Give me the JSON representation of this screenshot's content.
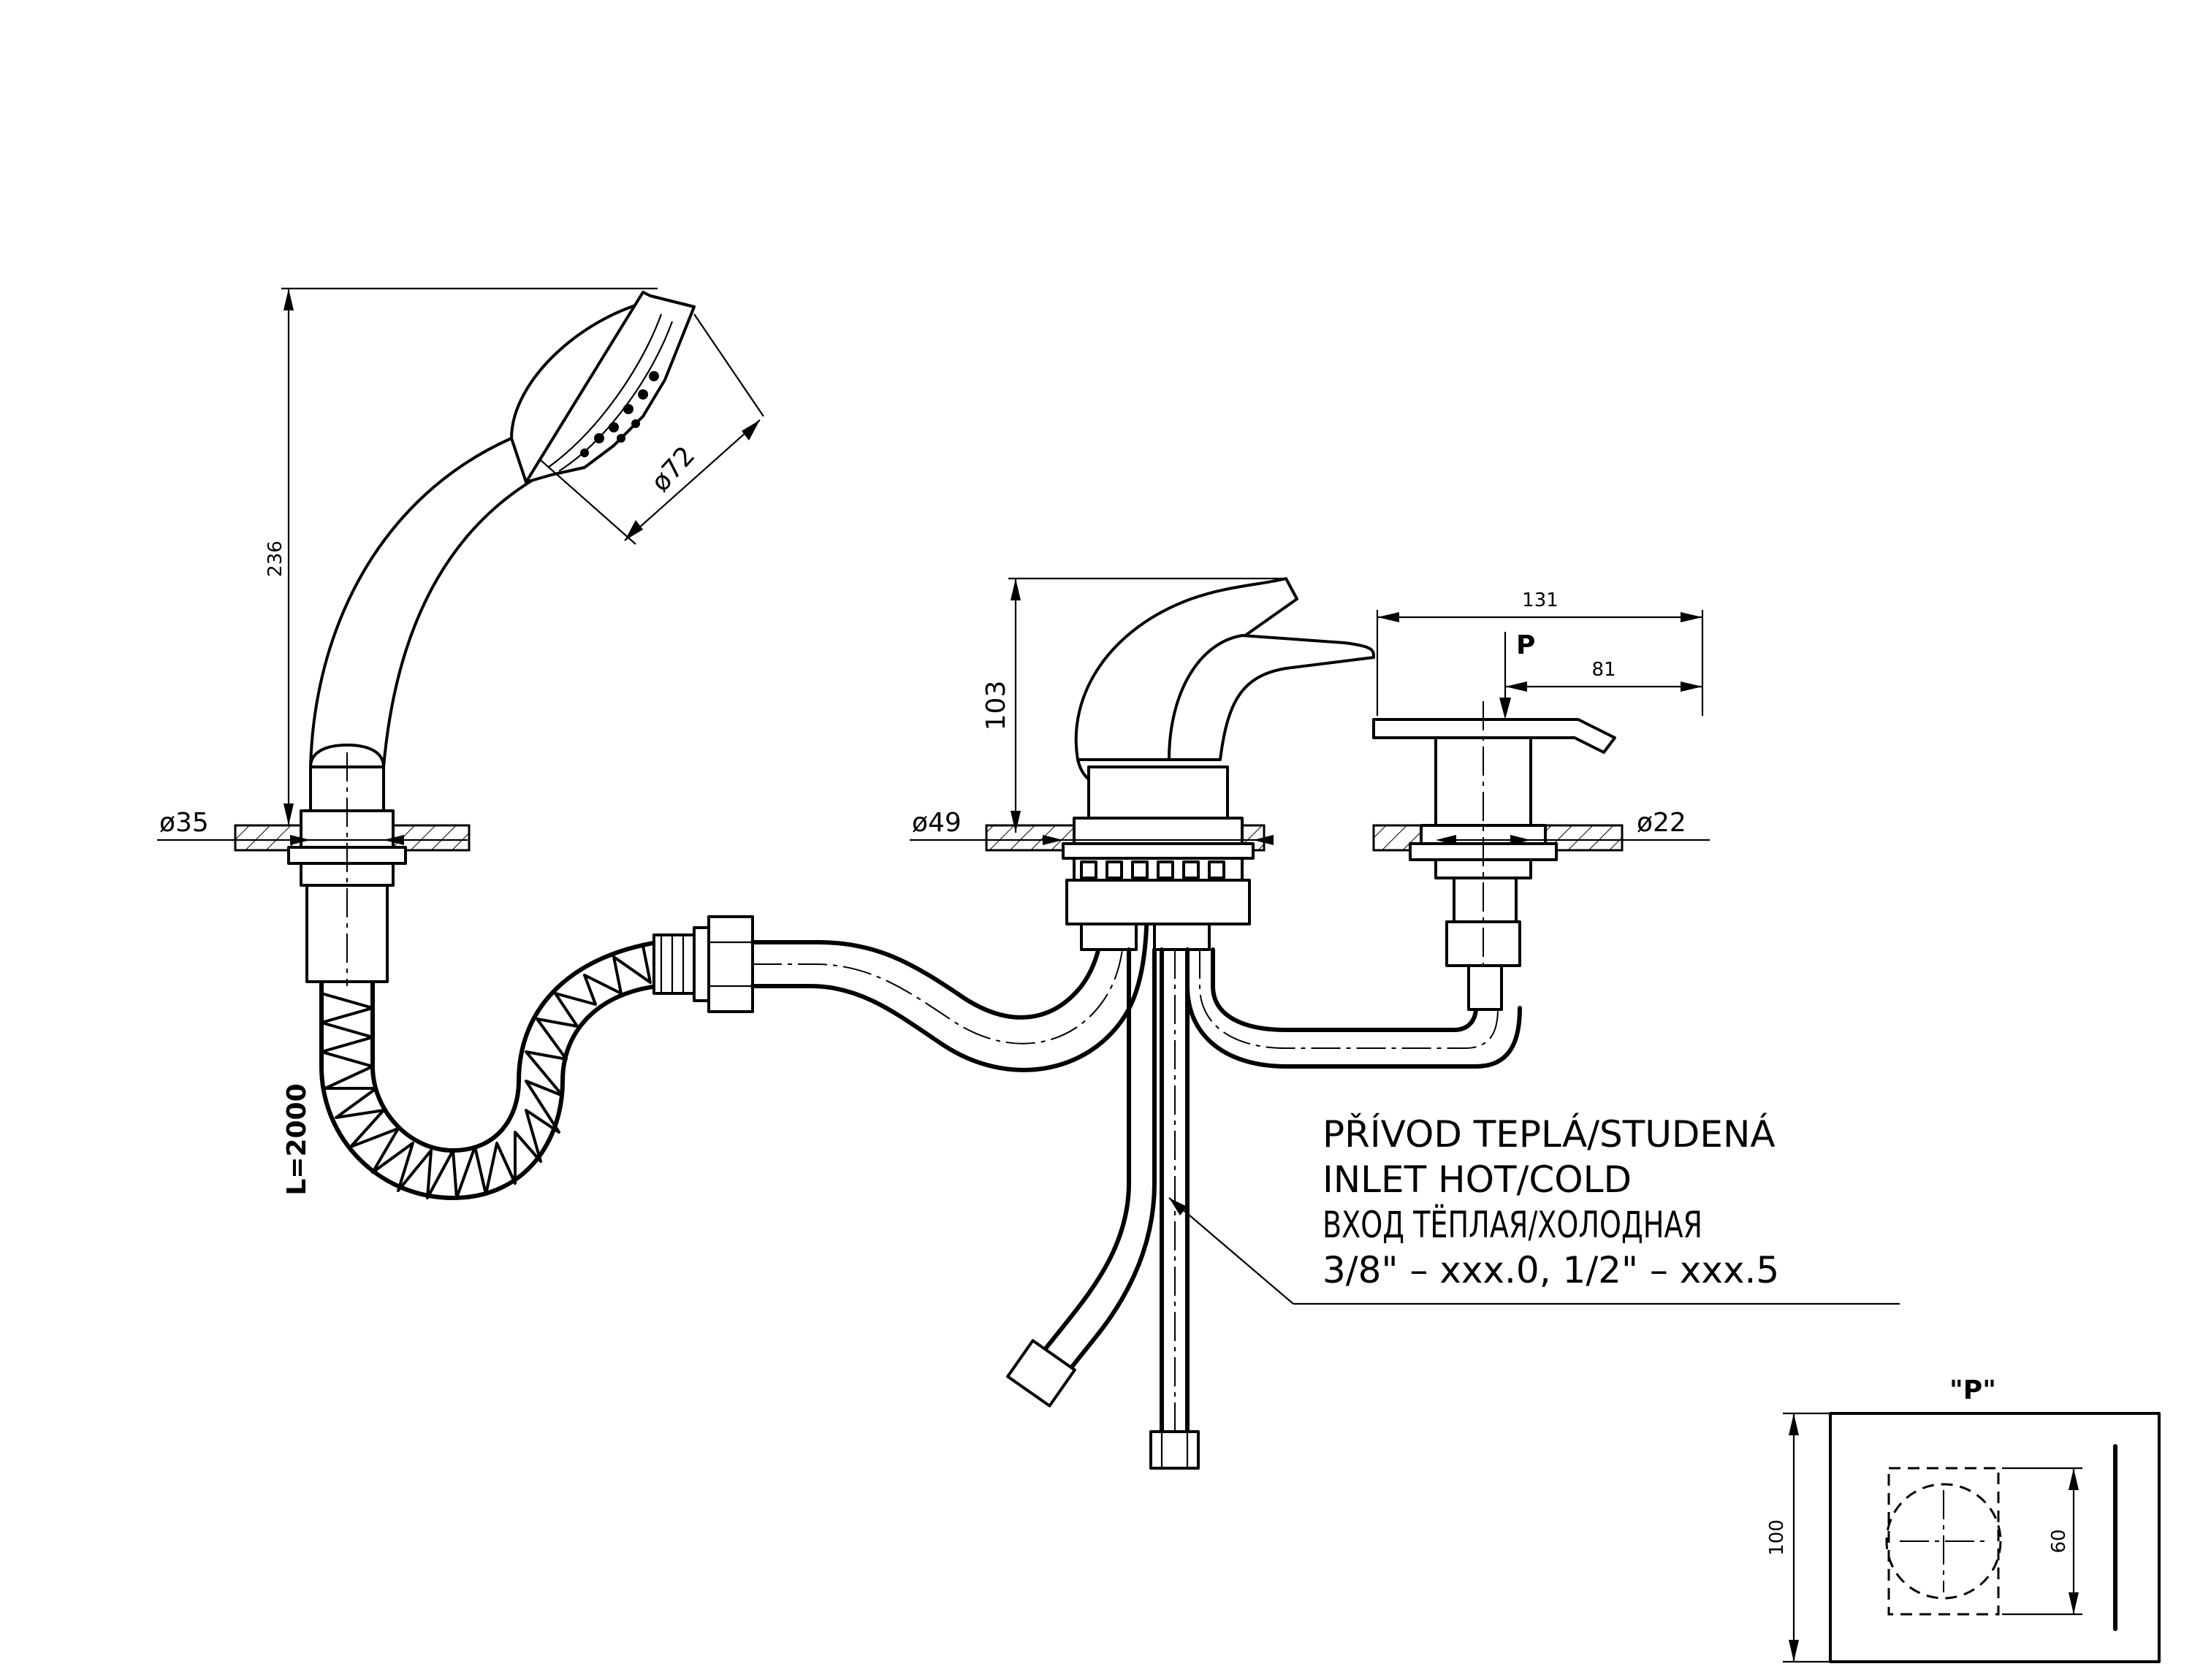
{
  "dimensions": {
    "shower_height": "236",
    "shower_head_diameter": "ø72",
    "shower_base_diameter": "ø35",
    "hose_length": "L=2000",
    "mixer_height": "103",
    "mixer_base_diameter": "ø49",
    "spout_length": "131",
    "spout_offset": "81",
    "spout_base_diameter": "ø22",
    "detail_height": "100",
    "detail_inner": "60"
  },
  "labels": {
    "view_marker": "P",
    "view_title": "\"P\""
  },
  "inlet_note": {
    "line1": "PŘÍVOD TEPLÁ/STUDENÁ",
    "line2": "INLET HOT/COLD",
    "line3": "ВХОД ТЁПЛАЯ/ХОЛОДНАЯ",
    "line4": "3/8\" – xxx.0, 1/2\" – xxx.5"
  },
  "colors": {
    "line": "#000000",
    "background": "#ffffff"
  }
}
